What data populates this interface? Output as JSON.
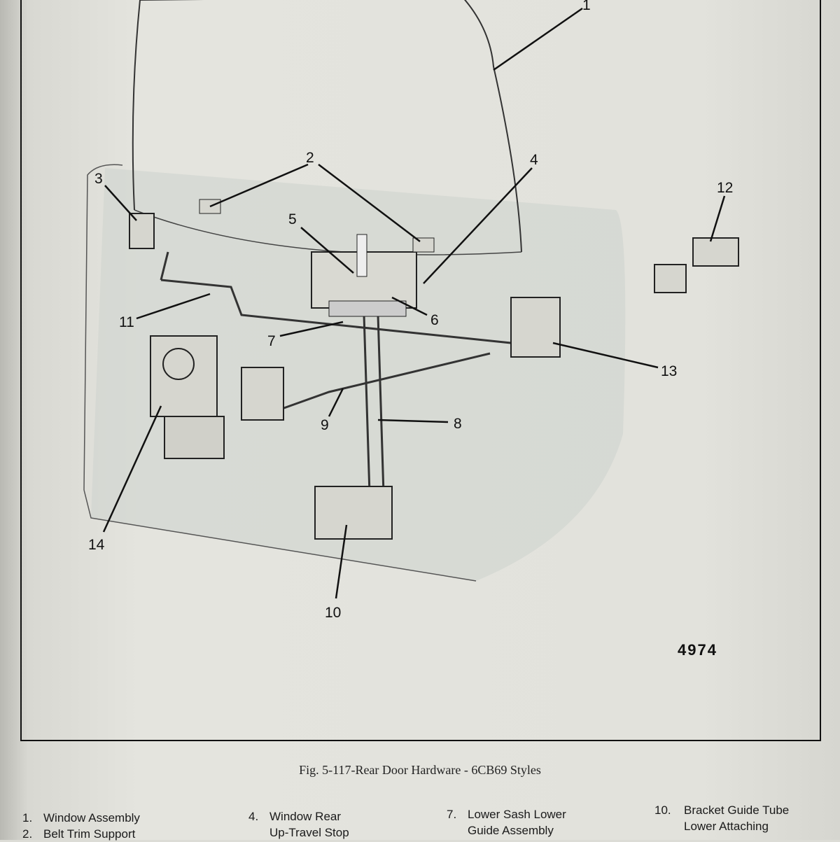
{
  "figure": {
    "caption": "Fig. 5-117-Rear Door Hardware - 6CB69 Styles",
    "drawing_number": "4974",
    "callouts": [
      "1",
      "2",
      "3",
      "4",
      "5",
      "6",
      "7",
      "8",
      "9",
      "10",
      "11",
      "12",
      "13",
      "14"
    ]
  },
  "legend": [
    {
      "num": "1.",
      "lines": [
        "Window Assembly"
      ]
    },
    {
      "num": "2.",
      "lines": [
        "Belt Trim Support"
      ]
    },
    {
      "num": "4.",
      "lines": [
        "Window Rear",
        "Up-Travel Stop"
      ]
    },
    {
      "num": "7.",
      "lines": [
        "Lower Sash Lower",
        "Guide Assembly"
      ]
    },
    {
      "num": "10.",
      "lines": [
        "Bracket Guide Tube",
        "Lower Attaching"
      ]
    }
  ]
}
